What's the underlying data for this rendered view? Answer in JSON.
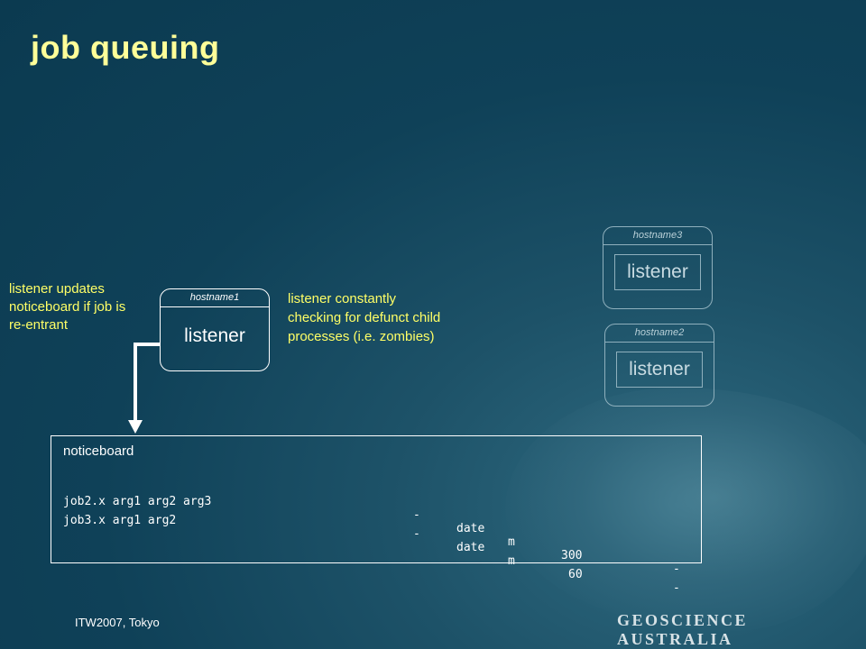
{
  "slide": {
    "title": "job queuing"
  },
  "notes": {
    "left": "listener updates noticeboard if job is re-entrant",
    "right": "listener constantly checking for defunct child processes (i.e. zombies)"
  },
  "nodes": [
    {
      "host": "hostname1",
      "label": "listener"
    },
    {
      "host": "hostname2",
      "label": "listener"
    },
    {
      "host": "hostname3",
      "label": "listener"
    }
  ],
  "noticeboard": {
    "title": "noticeboard",
    "rows": [
      {
        "job": "job2.x arg1 arg2 arg3",
        "col1": "-",
        "col2": "date",
        "col3": "m",
        "col4": "300",
        "col5": "-"
      },
      {
        "job": "job3.x arg1 arg2",
        "col1": "-",
        "col2": "date",
        "col3": "m",
        "col4": "60",
        "col5": "-"
      }
    ]
  },
  "footer": {
    "text": "ITW2007, Tokyo",
    "logo": "GEOSCIENCE AUSTRALIA"
  },
  "colors": {
    "background": "#0f4158",
    "title": "#ffff99",
    "annotation": "#ffff66",
    "dim_node": "#8fb0bd"
  }
}
